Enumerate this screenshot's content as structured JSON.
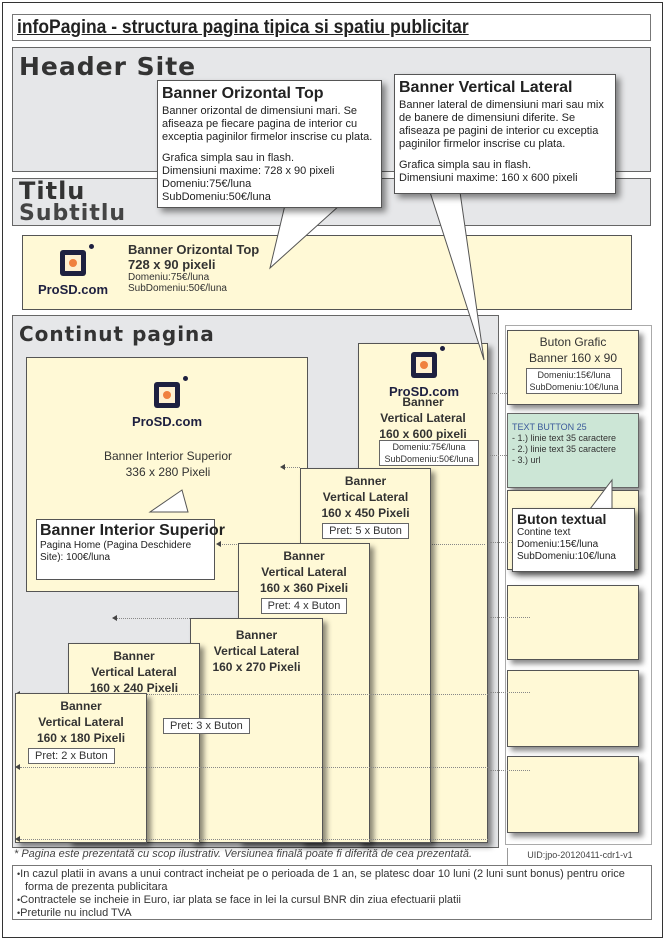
{
  "page_title": "infoPagina - structura pagina tipica si spatiu publicitar",
  "sections": {
    "header_site": "Header Site",
    "titlu": "Titlu",
    "subtitlu": "Subtitlu",
    "continut": "Continut pagina"
  },
  "callouts": {
    "orizontal_top": {
      "title": "Banner Orizontal  Top",
      "lines": [
        "Banner orizontal de dimensiuni mari. Se afiseaza pe fiecare pagina de interior cu exceptia paginilor firmelor inscrise cu plata.",
        "",
        "Grafica simpla sau in flash.",
        "Dimensiuni maxime: 728 x 90 pixeli",
        "Domeniu:75€/luna",
        "SubDomeniu:50€/luna"
      ]
    },
    "vertical_lateral": {
      "title": "Banner Vertical Lateral",
      "lines": [
        "Banner lateral de dimensiuni mari sau mix de banere de dimensiuni diferite. Se afiseaza pe pagini de interior cu exceptia paginilor firmelor inscrise cu plata.",
        "",
        "Grafica simpla sau in flash.",
        "Dimensiuni maxime: 160 x 600 pixeli"
      ]
    },
    "interior_superior": {
      "title": "Banner Interior Superior",
      "text": "Pagina Home (Pagina Deschidere Site): 100€/luna"
    },
    "buton_textual": {
      "title": "Buton textual",
      "lines": [
        "Contine text",
        "Domeniu:15€/luna",
        "SubDomeniu:10€/luna"
      ]
    }
  },
  "logo": {
    "name": "ProSD.com",
    "icon": "prosd-logo-icon"
  },
  "banner_top": {
    "title": "Banner Orizontal Top",
    "size": "728 x 90 pixeli",
    "domeniu": "Domeniu:75€/luna",
    "subdomeniu": "SubDomeniu:50€/luna"
  },
  "banner_interior": {
    "title": "Banner Interior Superior",
    "size": "336 x 280 Pixeli"
  },
  "banner_600": {
    "line1": "Banner",
    "line2": "Vertical Lateral",
    "size": "160 x 600 pixeli",
    "domeniu": "Domeniu:75€/luna",
    "subdomeniu": "SubDomeniu:50€/luna"
  },
  "vertical_banners": [
    {
      "line1": "Banner",
      "line2": "Vertical Lateral",
      "size": "160 x 450 Pixeli",
      "price": "Pret: 5 x Buton"
    },
    {
      "line1": "Banner",
      "line2": "Vertical Lateral",
      "size": "160 x 360 Pixeli",
      "price": "Pret: 4 x Buton"
    },
    {
      "line1": "Banner",
      "line2": "Vertical Lateral",
      "size": "160 x 270 Pixeli",
      "price": ""
    },
    {
      "line1": "Banner",
      "line2": "Vertical Lateral",
      "size": "160 x 240 Pixeli",
      "price": "Pret: 3 x Buton"
    },
    {
      "line1": "Banner",
      "line2": "Vertical Lateral",
      "size": "160 x 180 Pixeli",
      "price": "Pret: 2 x Buton"
    }
  ],
  "buton_grafic": {
    "line1": "Buton Grafic",
    "line2": "Banner 160 x 90",
    "domeniu": "Domeniu:15€/luna",
    "subdomeniu": "SubDomeniu:10€/luna"
  },
  "text_button": {
    "title": "TEXT BUTTON 25",
    "lines": [
      "- 1.) linie text 35 caractere",
      "- 2.) linie text 35 caractere",
      "- 3.) url"
    ],
    "title_color": "#3a5a9a"
  },
  "footer": {
    "note": "* Pagina este prezentată cu scop ilustrativ. Versiunea finală poate fi diferită de cea prezentată.",
    "uid": "UID:jpo-20120411-cdr1-v1",
    "bullets": [
      "In cazul platii in avans a unui contract incheiat pe o perioada de 1 an, se platesc doar 10 luni (2 luni sunt bonus) pentru orice forma de prezenta publicitara",
      "Contractele se incheie in Euro, iar plata se face in lei la cursul BNR din ziua efectuarii platii",
      "Preturile nu includ TVA"
    ]
  },
  "colors": {
    "cream": "#fff9d6",
    "gray": "#e6e7e9",
    "green": "#cce6d6",
    "logo_dark": "#1e2040",
    "logo_orange": "#f08040"
  }
}
